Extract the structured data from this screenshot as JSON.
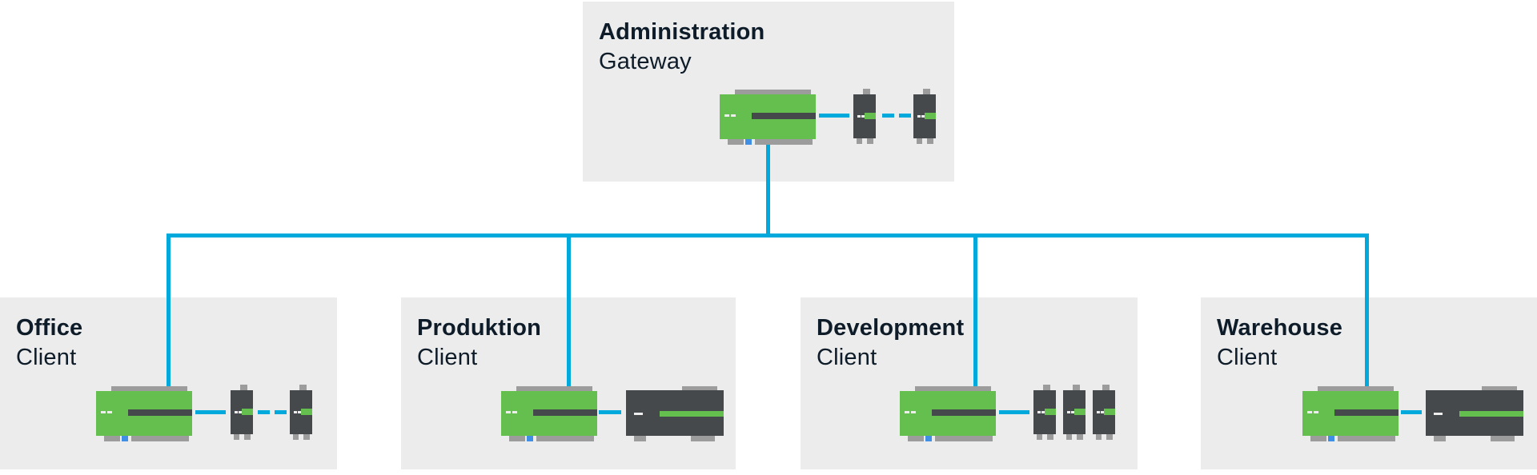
{
  "colors": {
    "cyan": "#00A9DB",
    "green": "#64BF4E",
    "dark": "#45494B",
    "gray": "#9C9C9C",
    "blue": "#418FE4",
    "panel": "#ECECEC",
    "text": "#0E1C29"
  },
  "nodes": [
    {
      "id": "administration",
      "title": "Administration",
      "subtitle": "Gateway",
      "devices": [
        "controller",
        "io-module",
        "io-module"
      ]
    },
    {
      "id": "office",
      "title": "Office",
      "subtitle": "Client",
      "devices": [
        "controller",
        "io-module",
        "io-module"
      ]
    },
    {
      "id": "produktion",
      "title": "Produktion",
      "subtitle": "Client",
      "devices": [
        "controller",
        "industrial-pc"
      ]
    },
    {
      "id": "development",
      "title": "Development",
      "subtitle": "Client",
      "devices": [
        "controller",
        "io-module",
        "io-module",
        "io-module"
      ]
    },
    {
      "id": "warehouse",
      "title": "Warehouse",
      "subtitle": "Client",
      "devices": [
        "controller",
        "industrial-pc"
      ]
    }
  ],
  "connections": [
    {
      "from": "Administration",
      "to": "Office"
    },
    {
      "from": "Administration",
      "to": "Produktion"
    },
    {
      "from": "Administration",
      "to": "Development"
    },
    {
      "from": "Administration",
      "to": "Warehouse"
    }
  ]
}
